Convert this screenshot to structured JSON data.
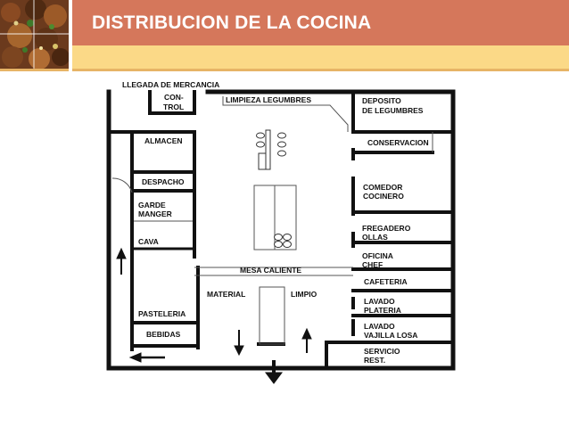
{
  "header": {
    "title": "DISTRIBUCION DE LA COCINA",
    "bar_color": "#d5775b",
    "strip_color": "#fbd987"
  },
  "photo": {
    "icon": "food-dish-photo"
  },
  "plan": {
    "labels": {
      "llegada": "LLEGADA DE MERCANCIA",
      "control_1": "CON-",
      "control_2": "TROL",
      "limpieza": "LIMPIEZA LEGUMBRES",
      "deposito_1": "DEPOSITO",
      "deposito_2": "DE LEGUMBRES",
      "almacen": "ALMACEN",
      "conservacion": "CONSERVACION",
      "despacho": "DESPACHO",
      "garde_1": "GARDE",
      "garde_2": "MANGER",
      "comedor_1": "COMEDOR",
      "comedor_2": "COCINERO",
      "cava": "CAVA",
      "fregadero_1": "FREGADERO",
      "fregadero_2": "OLLAS",
      "oficina_1": "OFICINA",
      "oficina_2": "CHEF",
      "mesa": "MESA CALIENTE",
      "cafeteria": "CAFETERIA",
      "material": "MATERIAL",
      "limpio": "LIMPIO",
      "lavado_plat_1": "LAVADO",
      "lavado_plat_2": "PLATERIA",
      "pasteleria": "PASTELERIA",
      "lavado_vaj_1": "LAVADO",
      "lavado_vaj_2": "VAJILLA  LOSA",
      "bebidas": "BEBIDAS",
      "servicio_1": "SERVICIO",
      "servicio_2": "REST."
    }
  }
}
